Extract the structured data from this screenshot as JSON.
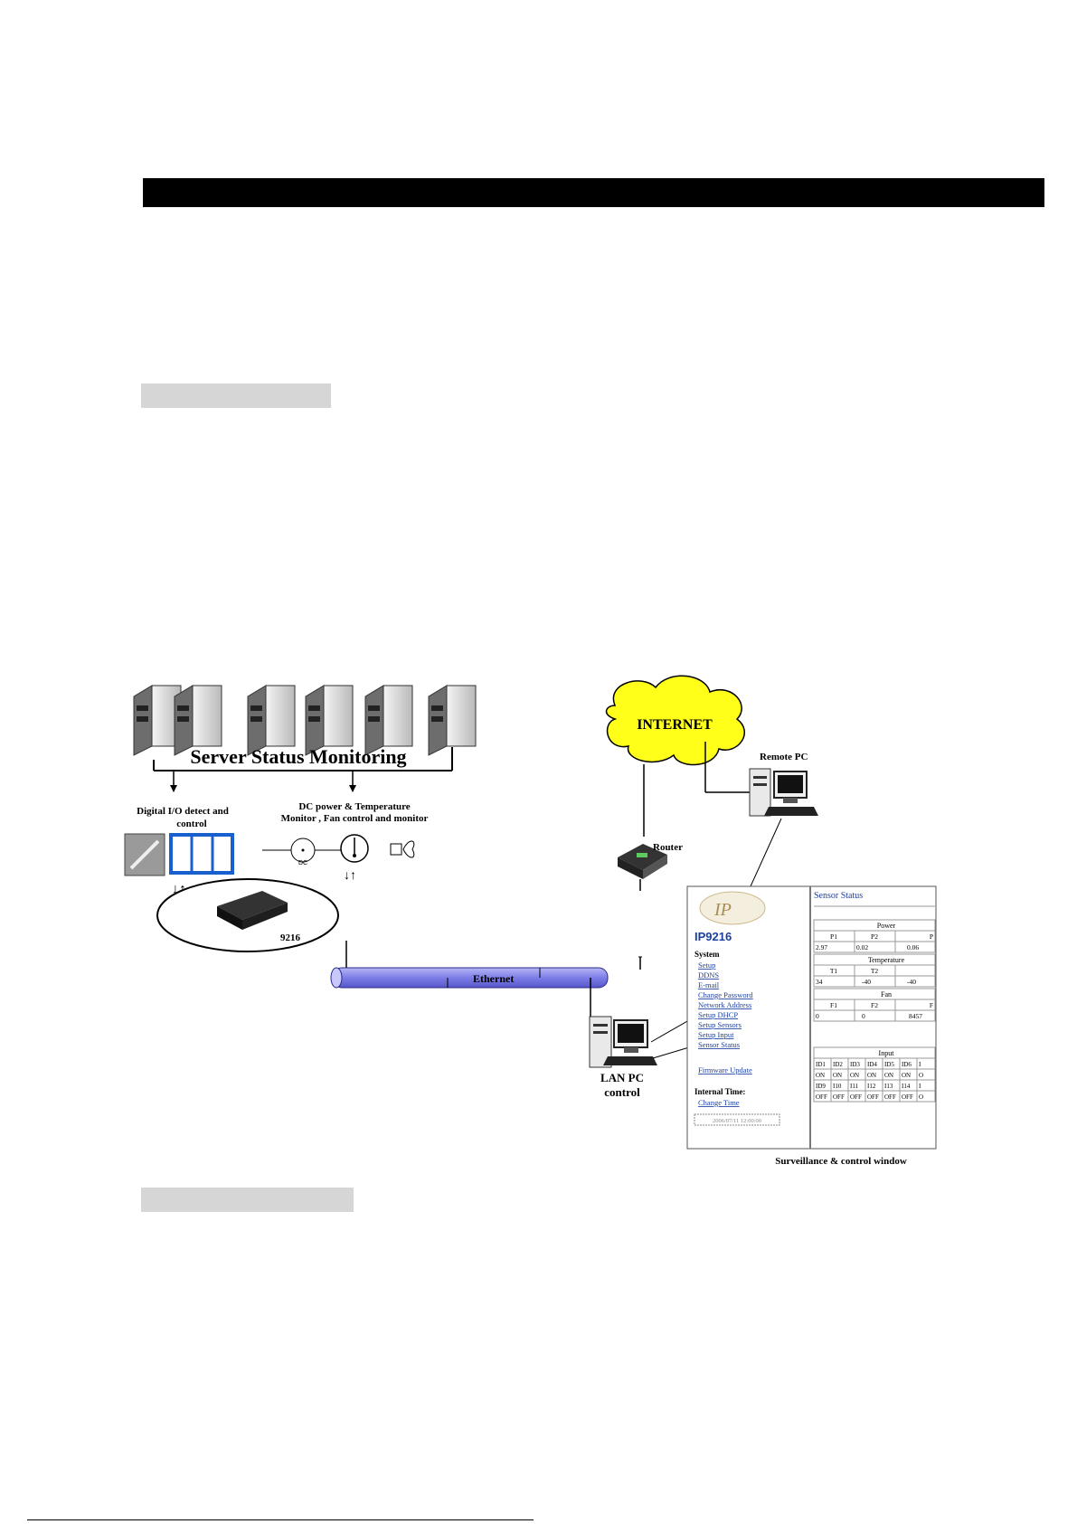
{
  "diagram": {
    "server_label": "Server Status Monitoring",
    "dio_label_1": "Digital I/O detect and",
    "dio_label_2": "control",
    "dc_label_1": "DC power &  Temperature",
    "dc_label_2": "Monitor , Fan control and monitor",
    "dc_small": "DC",
    "device_label": "9216",
    "internet_label": "INTERNET",
    "router_label": "Router",
    "remote_pc_label": "Remote PC",
    "ethernet_label": "Ethernet",
    "lan_pc_label_1": "LAN PC",
    "lan_pc_label_2": "control",
    "window_caption": "Surveillance & control window"
  },
  "window": {
    "title": "IP9216",
    "system_heading": "System",
    "menu": [
      "Setup",
      "DDNS",
      "E-mail",
      "Change Password",
      "Network Address",
      "Setup DHCP",
      "Setup Sensors",
      "Setup Input",
      "Sensor Status"
    ],
    "firmware_link": "Firmware Update",
    "internal_time_heading": "Internal Time:",
    "change_time_link": "Change Time",
    "time_value": "2006/07/11 12:00:00",
    "sensor_title": "Sensor Status",
    "power_heading": "Power",
    "power_cols": [
      "P1",
      "P2",
      "P"
    ],
    "power_vals": [
      "2.97",
      "0.02",
      "0.06"
    ],
    "temp_heading": "Temperature",
    "temp_cols": [
      "T1",
      "T2",
      ""
    ],
    "temp_vals": [
      "34",
      "-40",
      "-40"
    ],
    "fan_heading": "Fan",
    "fan_cols": [
      "F1",
      "F2",
      "F"
    ],
    "fan_vals": [
      "0",
      "0",
      "8457"
    ],
    "input_heading": "Input",
    "input_row1": [
      "ID1",
      "ID2",
      "ID3",
      "ID4",
      "ID5",
      "ID6",
      "I"
    ],
    "input_row2": [
      "ON",
      "ON",
      "ON",
      "ON",
      "ON",
      "ON",
      "O"
    ],
    "input_row3": [
      "ID9",
      "I10",
      "I11",
      "I12",
      "I13",
      "I14",
      "I"
    ],
    "input_row4": [
      "OFF",
      "OFF",
      "OFF",
      "OFF",
      "OFF",
      "OFF",
      "O"
    ]
  }
}
